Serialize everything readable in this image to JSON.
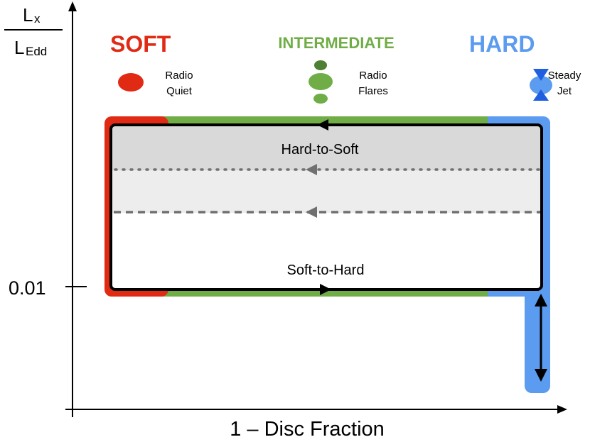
{
  "y_axis": {
    "label_top": "L",
    "label_top_sub": "x",
    "label_bottom": "L",
    "label_bottom_sub": "Edd",
    "tick_label": "0.01"
  },
  "x_axis": {
    "label": "1 – Disc Fraction"
  },
  "states": {
    "soft": {
      "title": "SOFT",
      "desc_line1": "Radio",
      "desc_line2": "Quiet",
      "color": "#e02a14"
    },
    "intermediate": {
      "title": "INTERMEDIATE",
      "desc_line1": "Radio",
      "desc_line2": "Flares",
      "color": "#70ad47"
    },
    "hard": {
      "title": "HARD",
      "desc_line1": "Steady",
      "desc_line2": "Jet",
      "color": "#5b9bf0"
    }
  },
  "transitions": {
    "hard_to_soft": "Hard-to-Soft",
    "soft_to_hard": "Soft-to-Hard"
  },
  "colors": {
    "upper_band": "#d9d9d9",
    "middle_band": "#ededed",
    "dark_green_blob": "#4f7f32",
    "jet_blue": "#1f5fe0",
    "dashed_line": "#707070"
  }
}
